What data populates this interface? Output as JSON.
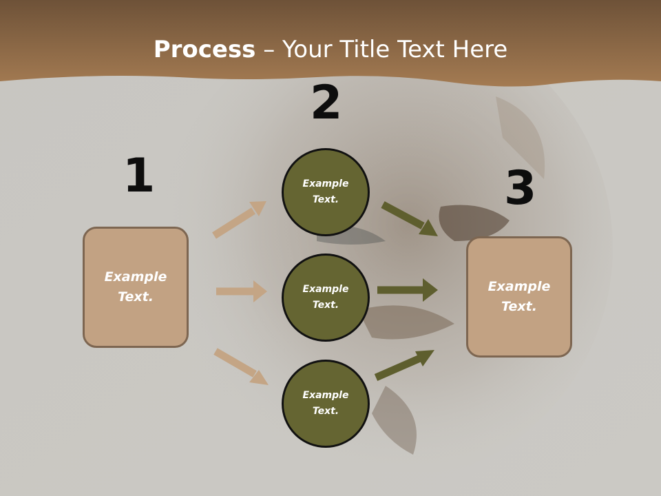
{
  "title": {
    "bold": "Process",
    "rest": " – Your Title Text Here"
  },
  "colors": {
    "header": "#8b6a47",
    "box_fill": "#c2a283",
    "box_border": "#7d6651",
    "circle_fill": "#656532",
    "left_arrow": "#c4a585",
    "right_arrow": "#5e5e2e"
  },
  "steps": {
    "one": {
      "number": "1",
      "text_line1": "Example",
      "text_line2": "Text."
    },
    "two": {
      "number": "2"
    },
    "three": {
      "number": "3",
      "text_line1": "Example",
      "text_line2": "Text."
    }
  },
  "circles": [
    {
      "text_line1": "Example",
      "text_line2": "Text."
    },
    {
      "text_line1": "Example",
      "text_line2": "Text."
    },
    {
      "text_line1": "Example",
      "text_line2": "Text."
    }
  ]
}
